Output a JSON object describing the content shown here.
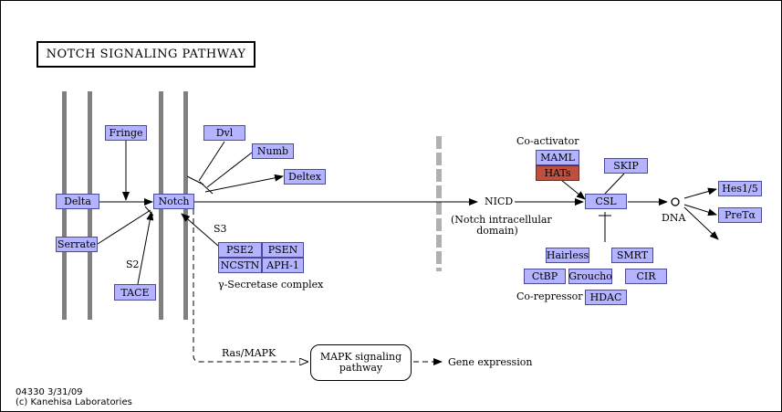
{
  "title": "NOTCH SIGNALING PATHWAY",
  "genes": {
    "delta": "Delta",
    "serrate": "Serrate",
    "fringe": "Fringe",
    "notch": "Notch",
    "tace": "TACE",
    "dvl": "Dvl",
    "numb": "Numb",
    "deltex": "Deltex",
    "pse2": "PSE2",
    "psen": "PSEN",
    "ncstn": "NCSTN",
    "aph1": "APH-1",
    "maml": "MAML",
    "hats": "HATs",
    "skip": "SKIP",
    "csl": "CSL",
    "hes": "Hes1/5",
    "pretalpha": "PreTα",
    "hairless": "Hairless",
    "smrt": "SMRT",
    "ctbp": "CtBP",
    "groucho": "Groucho",
    "cir": "CIR",
    "hdac": "HDAC"
  },
  "labels": {
    "s2": "S2",
    "s3": "S3",
    "gamma_secretase": "γ-Secretase complex",
    "nicd": "NICD",
    "nicd_desc_1": "(Notch intracellular",
    "nicd_desc_2": "domain)",
    "co_activator": "Co-activator",
    "co_repressor": "Co-repressor",
    "dna": "DNA",
    "ras_mapk": "Ras/MAPK",
    "gene_expression": "Gene expression"
  },
  "map": {
    "line1": "MAPK signaling",
    "line2": "pathway"
  },
  "footer": {
    "id_date": "04330 3/31/09",
    "copyright": "(c) Kanehisa Laboratories"
  },
  "colors": {
    "gene_fill": "#b3b3ff",
    "gene_highlight": "#bf4f3f",
    "membrane": "#808080",
    "nuclear_membrane": "#b0b0b0"
  }
}
